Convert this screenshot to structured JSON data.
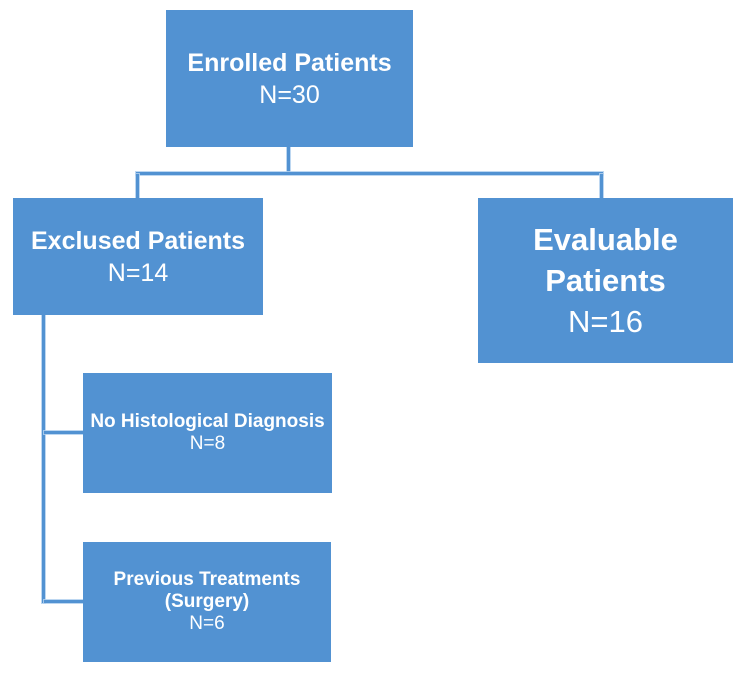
{
  "colors": {
    "box_fill": "#5292d2",
    "connector": "#5292d2",
    "text": "#ffffff",
    "background": "#ffffff"
  },
  "nodes": {
    "enrolled": {
      "title": "Enrolled Patients",
      "value": "N=30"
    },
    "excluded": {
      "title": "Exclused Patients",
      "value": "N=14"
    },
    "evaluable": {
      "title": "Evaluable Patients",
      "value": "N=16"
    },
    "no_histological_diagnosis": {
      "title": "No Histological Diagnosis",
      "value": "N=8"
    },
    "previous_treatments": {
      "title": "Previous Treatments",
      "subtitle": "(Surgery)",
      "value": "N=6"
    }
  }
}
